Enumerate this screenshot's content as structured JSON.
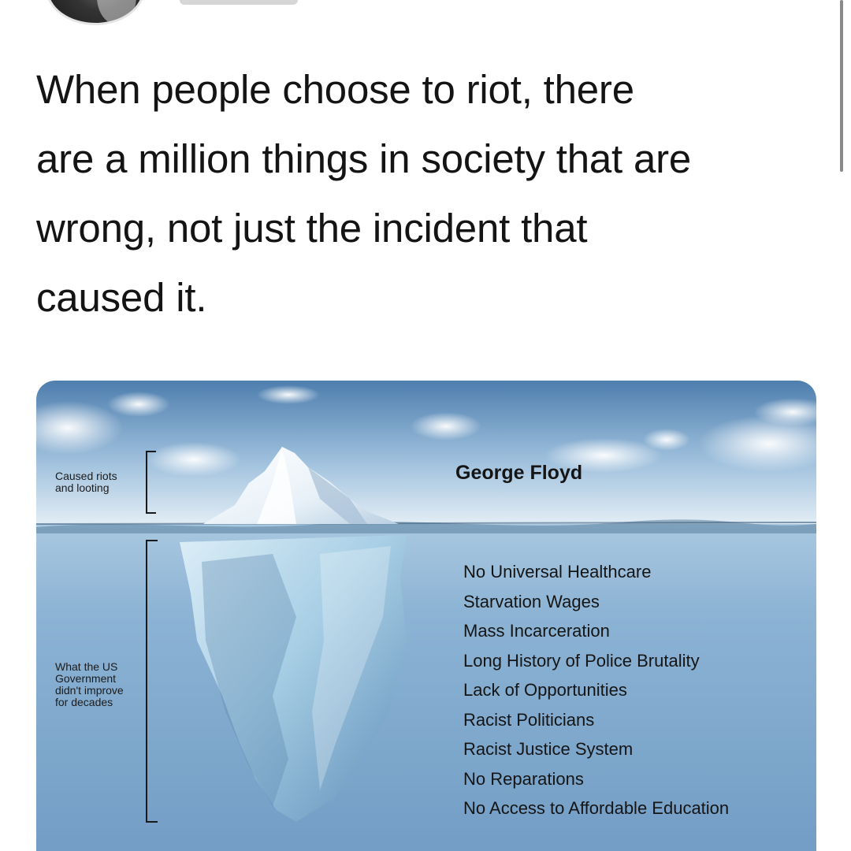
{
  "post": {
    "lines": [
      "When people choose to riot, there",
      "are a million things in society that are",
      "wrong, not just the incident that",
      "caused it."
    ]
  },
  "infographic": {
    "top_bracket_label": [
      "Caused riots",
      "and looting"
    ],
    "bottom_bracket_label": [
      "What the US",
      "Government",
      "didn't improve",
      "for decades"
    ],
    "tip_label": "George Floyd",
    "causes": [
      "No Universal Healthcare",
      "Starvation Wages",
      "Mass Incarceration",
      "Long History of Police Brutality",
      "Lack of Opportunities",
      "Racist Politicians",
      "Racist Justice System",
      "No Reparations",
      "No Access to Affordable Education"
    ]
  },
  "colors": {
    "sky_top": "#4f7fae",
    "sky_bottom": "#dbe8f2",
    "water_top": "#8fb6d6",
    "water_bottom": "#6f9cc4",
    "ice": "#eef6fb"
  },
  "icons": {
    "avatar": "profile-photo",
    "iceberg": "iceberg-illustration"
  }
}
